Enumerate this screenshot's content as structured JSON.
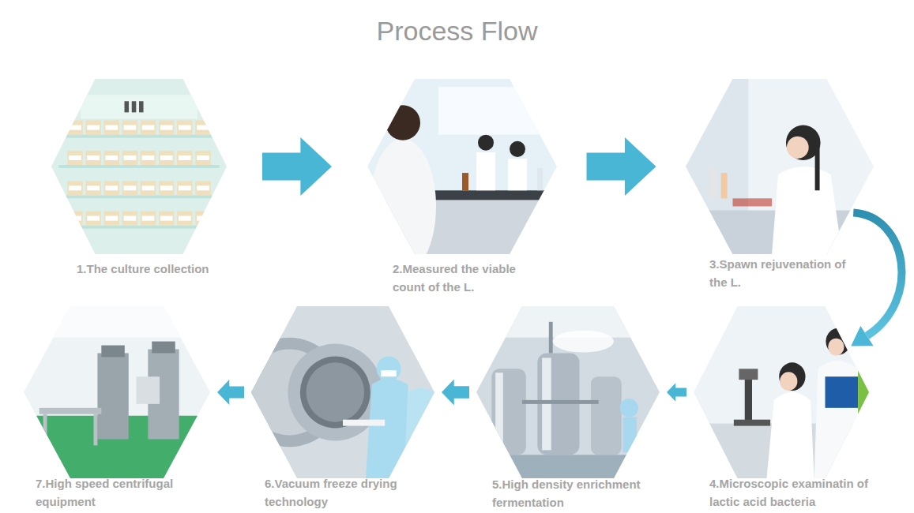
{
  "diagram": {
    "title": "Process Flow",
    "nodes": [
      {
        "text": [
          "1.The culture collection"
        ]
      },
      {
        "text": [
          "2.Measured the viable count of the L."
        ]
      },
      {
        "text": [
          "3.Spawn rejuvenation of the L."
        ]
      },
      {
        "text": [
          "4.Microscopic examinatin of lactic acid bacteria"
        ]
      },
      {
        "text": [
          "5.High density enrichment fermentation"
        ]
      },
      {
        "text": [
          "6.Vacuum freeze drying technology"
        ]
      },
      {
        "text": [
          "7.High speed centrifugal equipment"
        ]
      }
    ],
    "edges": [
      {
        "from": 0,
        "to": 1,
        "arrow": "to"
      },
      {
        "from": 1,
        "to": 2,
        "arrow": "to"
      },
      {
        "from": 2,
        "to": 3,
        "arrow": "to"
      },
      {
        "from": 3,
        "to": 4,
        "arrow": "to"
      },
      {
        "from": 4,
        "to": 5,
        "arrow": "to"
      },
      {
        "from": 5,
        "to": 6,
        "arrow": "to"
      }
    ]
  }
}
